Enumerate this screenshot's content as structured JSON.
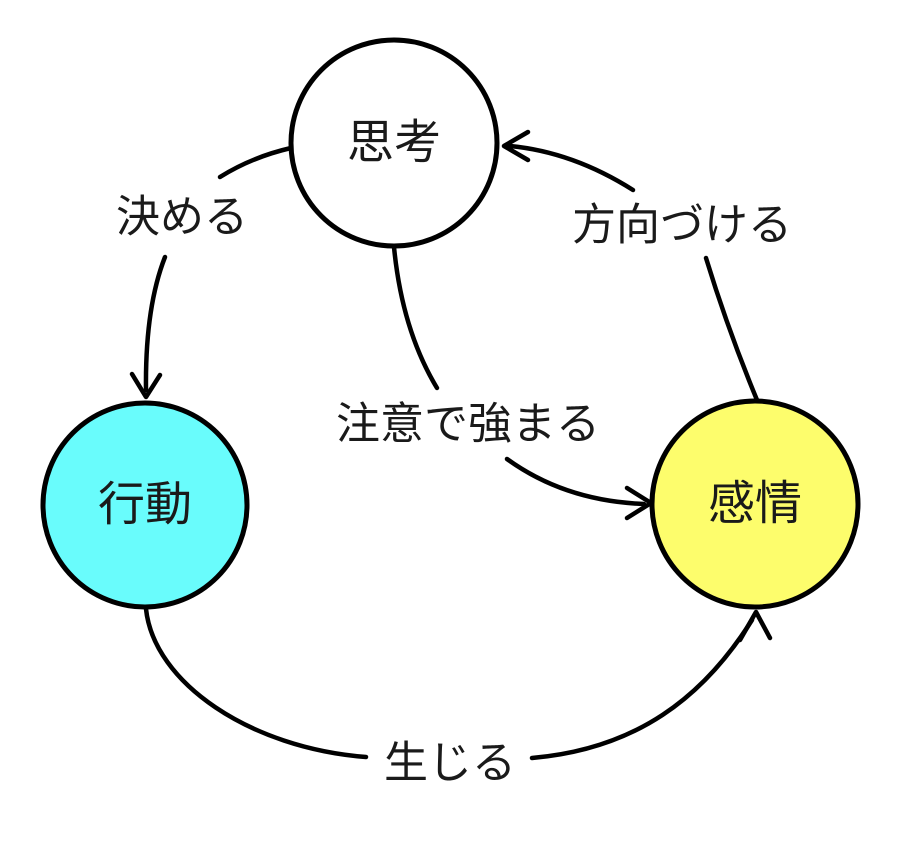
{
  "diagram": {
    "background_color": "#ffffff",
    "line_color": "#000000",
    "text_color": "#1a1a1a",
    "nodes": [
      {
        "id": "thinking",
        "label": "思考",
        "fill": "#ffffff"
      },
      {
        "id": "action",
        "label": "行動",
        "fill": "#69fcfc"
      },
      {
        "id": "emotion",
        "label": "感情",
        "fill": "#fdfd6c"
      }
    ],
    "edges": [
      {
        "id": "decide",
        "label": "決める",
        "from": "思考",
        "to": "行動"
      },
      {
        "id": "strengthen",
        "label": "注意で強まる",
        "from": "思考",
        "to": "感情"
      },
      {
        "id": "orient",
        "label": "方向づける",
        "from": "感情",
        "to": "思考"
      },
      {
        "id": "arise",
        "label": "生じる",
        "from": "行動",
        "to": "感情"
      }
    ]
  }
}
